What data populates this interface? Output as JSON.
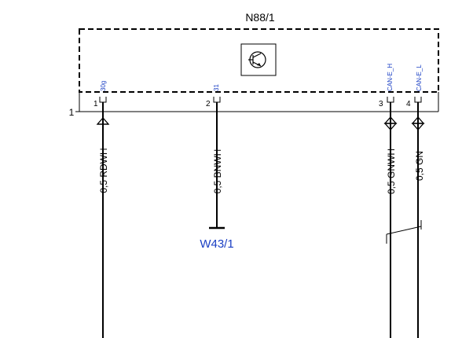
{
  "component": {
    "name": "N88/1",
    "connector_number": "1",
    "symbol_icon": "sensor-circle-icon"
  },
  "pins": [
    {
      "number": "1",
      "signal": "30g",
      "wire": "0,5 RDWH"
    },
    {
      "number": "2",
      "signal": "31",
      "wire": "0,5 BNWH"
    },
    {
      "number": "3",
      "signal": "CAN-E_H",
      "wire": "0,5 GNWH"
    },
    {
      "number": "4",
      "signal": "CAN-E_L",
      "wire": "0,5 GN"
    }
  ],
  "ground": {
    "label": "W43/1"
  },
  "colors": {
    "line": "#000000",
    "reference_text": "#1a3fc4"
  }
}
